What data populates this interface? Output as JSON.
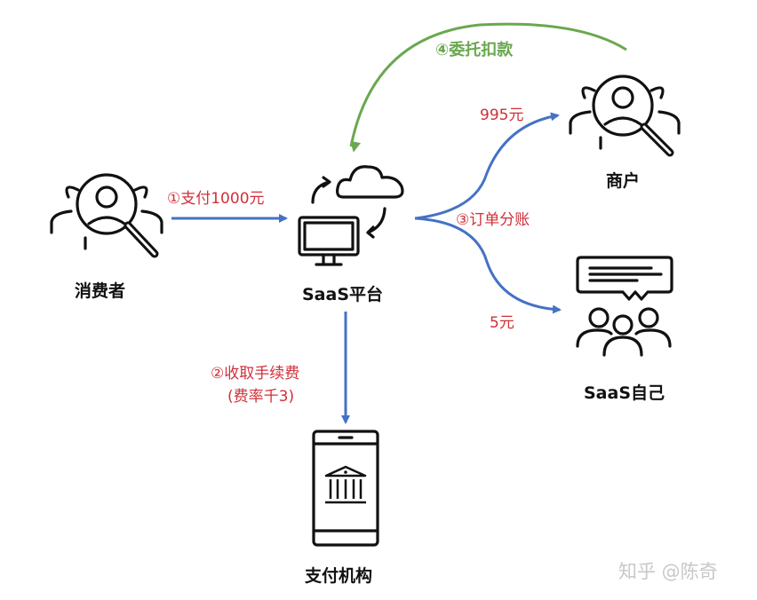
{
  "nodes": {
    "consumer": {
      "label": "消费者",
      "icon": "user-search-icon"
    },
    "platform": {
      "label": "SaaS平台",
      "icon": "cloud-sync-monitor-icon"
    },
    "merchant": {
      "label": "商户",
      "icon": "user-search-icon"
    },
    "saas_self": {
      "label": "SaaS自己",
      "icon": "group-chat-icon"
    },
    "payment_institution": {
      "label": "支付机构",
      "icon": "mobile-bank-icon"
    }
  },
  "edges": {
    "pay": {
      "label": "①支付1000元",
      "color": "#4472c4"
    },
    "fee": {
      "label_line1": "②收取手续费",
      "label_line2": "(费率千3)",
      "color": "#4472c4"
    },
    "split": {
      "label": "③订单分账",
      "color": "#4472c4"
    },
    "split_merchant": {
      "label": "995元"
    },
    "split_self": {
      "label": "5元"
    },
    "entrust": {
      "label": "④委托扣款",
      "color": "#6aa84f"
    }
  },
  "colors": {
    "arrow_blue": "#4472c4",
    "arrow_green": "#6aa84f",
    "label_red": "#d0303a",
    "icon_stroke": "#111111"
  },
  "watermark": "知乎 @陈奇"
}
